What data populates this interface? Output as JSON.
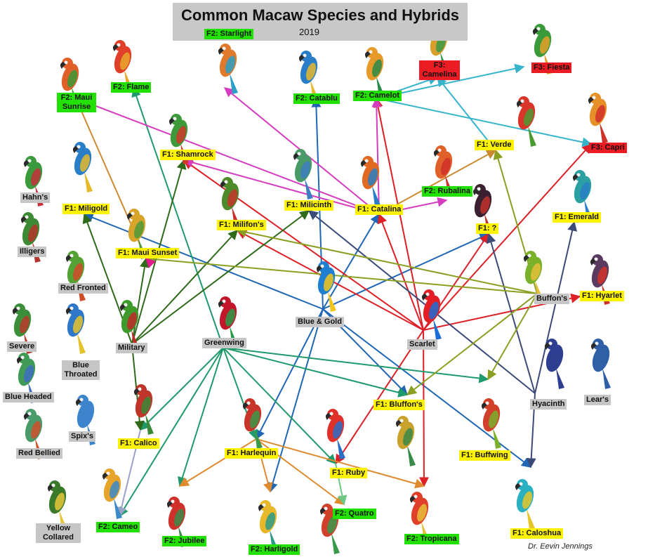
{
  "title": "Common Macaw Species and Hybrids",
  "year": "2019",
  "credit": "Dr. Eevin Jennings",
  "colors": {
    "species_label": "#c6c6c6",
    "f1_label": "#fdf200",
    "f2_label": "#22e000",
    "f3_label": "#ec1c24"
  },
  "nodes": {
    "blue_gold": "Blue & Gold",
    "scarlet": "Scarlet",
    "greenwing": "Greenwing",
    "military": "Military",
    "hyacinth": "Hyacinth",
    "buffons": "Buffon's",
    "lears": "Lear's",
    "hahns": "Hahn's",
    "illigers": "Illigers",
    "red_fronted": "Red Fronted",
    "severe": "Severe",
    "blue_throated": "Blue Throated",
    "blue_headed": "Blue Headed",
    "spixs": "Spix's",
    "red_bellied": "Red Bellied",
    "yellow_collared": "Yellow Collared",
    "f1_shamrock": "F1: Shamrock",
    "f1_miligold": "F1: Miligold",
    "f1_maui_sunset": "F1: Maui Sunset",
    "f1_milifons": "F1: Milifon's",
    "f1_milicinth": "F1: Milicinth",
    "f1_catalina": "F1: Catalina",
    "f1_verde": "F1: Verde",
    "f1_unknown": "F1: ?",
    "f1_emerald": "F1: Emerald",
    "f1_hyarlet": "F1: Hyarlet",
    "f1_calico": "F1: Calico",
    "f1_harlequin": "F1: Harlequin",
    "f1_ruby": "F1: Ruby",
    "f1_bluffons": "F1: Bluffon's",
    "f1_buffwing": "F1: Buffwing",
    "f1_caloshua": "F1: Caloshua",
    "f2_starlight": "F2: Starlight",
    "f2_flame": "F2: Flame",
    "f2_maui_sunrise": "F2: Maui Sunrise",
    "f2_catablu": "F2: Catablu",
    "f2_camelot": "F2: Camelot",
    "f2_rubalina": "F2: Rubalina",
    "f2_cameo": "F2: Cameo",
    "f2_jubilee": "F2: Jubilee",
    "f2_harligold": "F2: Harligold",
    "f2_quatro": "F2: Quatro",
    "f2_tropicana": "F2: Tropicana",
    "f3_camelina": "F3: Camelina",
    "f3_fiesta": "F3: Fiesta",
    "f3_capri": "F3: Capri"
  }
}
